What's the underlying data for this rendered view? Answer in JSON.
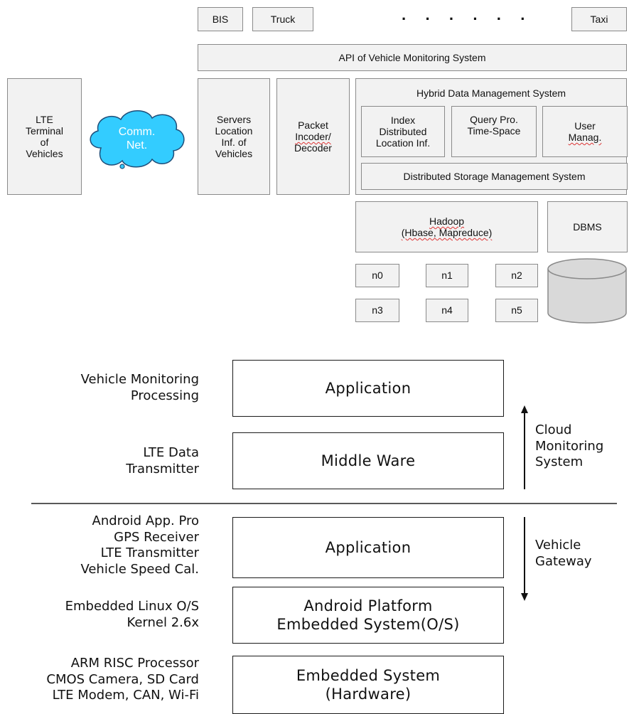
{
  "top_diagram": {
    "top_row": {
      "bis": "BIS",
      "truck": "Truck",
      "ellipsis": "· · · · · ·",
      "taxi": "Taxi"
    },
    "api": "API of Vehicle Monitoring System",
    "lte_terminal": "LTE\nTerminal\nof\nVehicles",
    "comm_net": "Comm.\nNet.",
    "servers": "Servers\nLocation\nInf. of\nVehicles",
    "packet": {
      "line1": "Packet",
      "line2": "Incoder/",
      "line3": "Decoder"
    },
    "hybrid": {
      "title": "Hybrid Data Management System",
      "index": "Index\nDistributed\nLocation Inf.",
      "query": "Query Pro.\nTime-Space",
      "user_line1": "User",
      "user_line2": "Manag.",
      "storage": "Distributed Storage Management System"
    },
    "hadoop": {
      "line1": "Hadoop",
      "line2": "(Hbase, Mapreduce)"
    },
    "dbms": "DBMS",
    "nodes": [
      "n0",
      "n1",
      "n2",
      "n3",
      "n4",
      "n5"
    ],
    "colors": {
      "box_fill": "#f2f2f2",
      "box_border": "#8a8a8a",
      "cloud_fill": "#33ccff",
      "cylinder_fill": "#d9d9d9"
    }
  },
  "bottom_diagram": {
    "layers": [
      {
        "label": "Vehicle Monitoring\nProcessing",
        "box": "Application"
      },
      {
        "label": "LTE Data\nTransmitter",
        "box": "Middle Ware"
      },
      {
        "label": "Android App. Pro\nGPS Receiver\nLTE Transmitter\nVehicle Speed Cal.",
        "box": "Application"
      },
      {
        "label": "Embedded Linux O/S\nKernel 2.6x",
        "box": "Android Platform\nEmbedded System(O/S)"
      },
      {
        "label": "ARM RISC Processor\nCMOS Camera, SD Card\nLTE Modem, CAN, Wi-Fi",
        "box": "Embedded System\n(Hardware)"
      }
    ],
    "cloud_label": "Cloud\nMonitoring\nSystem",
    "vehicle_label": "Vehicle\nGateway"
  }
}
